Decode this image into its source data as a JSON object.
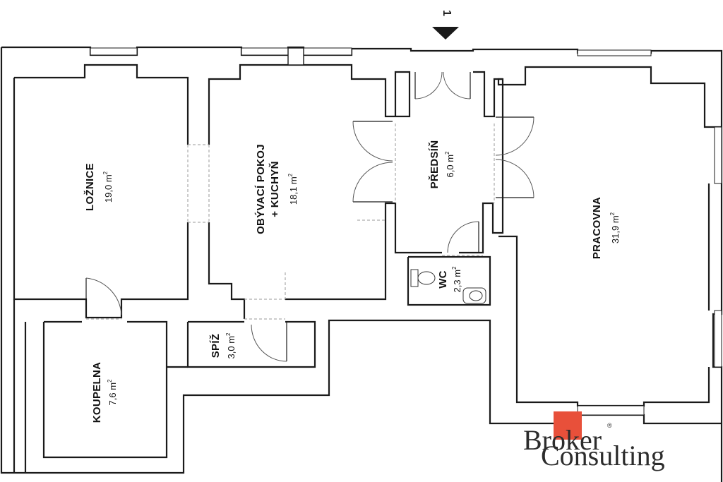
{
  "entrance": {
    "number": "1"
  },
  "rooms": [
    {
      "id": "loznice",
      "name": "LOŽNICE",
      "area": "19,0 m",
      "unit_sup": "2"
    },
    {
      "id": "obyvaci",
      "name_line1": "OBÝVACÍ POKOJ",
      "name_line2": "+ KUCHYŇ",
      "area": "18,1 m",
      "unit_sup": "2"
    },
    {
      "id": "predsin",
      "name": "PŘEDSÍŇ",
      "area": "6,0 m",
      "unit_sup": "2"
    },
    {
      "id": "pracovna",
      "name": "PRACOVNA",
      "area": "31,9 m",
      "unit_sup": "2"
    },
    {
      "id": "wc",
      "name": "WC",
      "area": "2,3 m",
      "unit_sup": "2"
    },
    {
      "id": "spiz",
      "name": "SPÍŽ",
      "area": "3,0 m",
      "unit_sup": "2"
    },
    {
      "id": "koupelna",
      "name": "KOUPELNA",
      "area": "7,6 m",
      "unit_sup": "2"
    }
  ],
  "logo": {
    "line1": "Broker",
    "line2": "Consulting",
    "registered": "®",
    "accent_color": "#e8503a"
  },
  "colors": {
    "wall": "#1a1a1a",
    "background": "#ffffff"
  }
}
